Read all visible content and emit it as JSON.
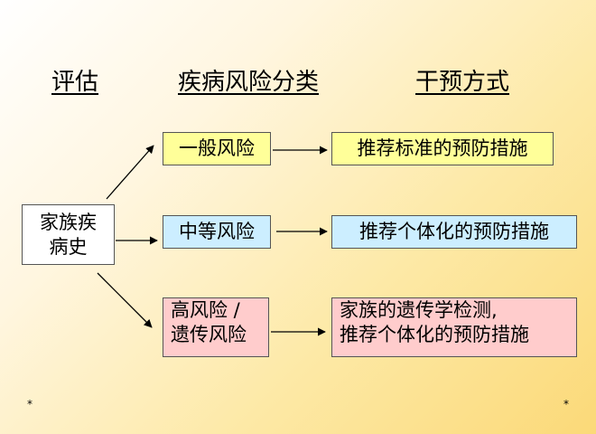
{
  "headers": {
    "assessment": "评估",
    "risk_category": "疾病风险分类",
    "intervention": "干预方式"
  },
  "family_history": {
    "line1": "家族疾",
    "line2": "病史"
  },
  "risks": {
    "general": "一般风险",
    "moderate": "中等风险",
    "high_line1": "高风险 /",
    "high_line2": "遗传风险"
  },
  "interventions": {
    "standard": "推荐标准的预防措施",
    "personalized": "推荐个体化的预防措施",
    "high_line1": "家族的遗传学检测,",
    "high_line2": "推荐个体化的预防措施"
  },
  "footer": {
    "left_mark": "*",
    "right_mark": "*"
  },
  "colors": {
    "general_box": "#ffff99",
    "moderate_box": "#cceeff",
    "high_box": "#ffcccc",
    "arrow": "#000000"
  }
}
